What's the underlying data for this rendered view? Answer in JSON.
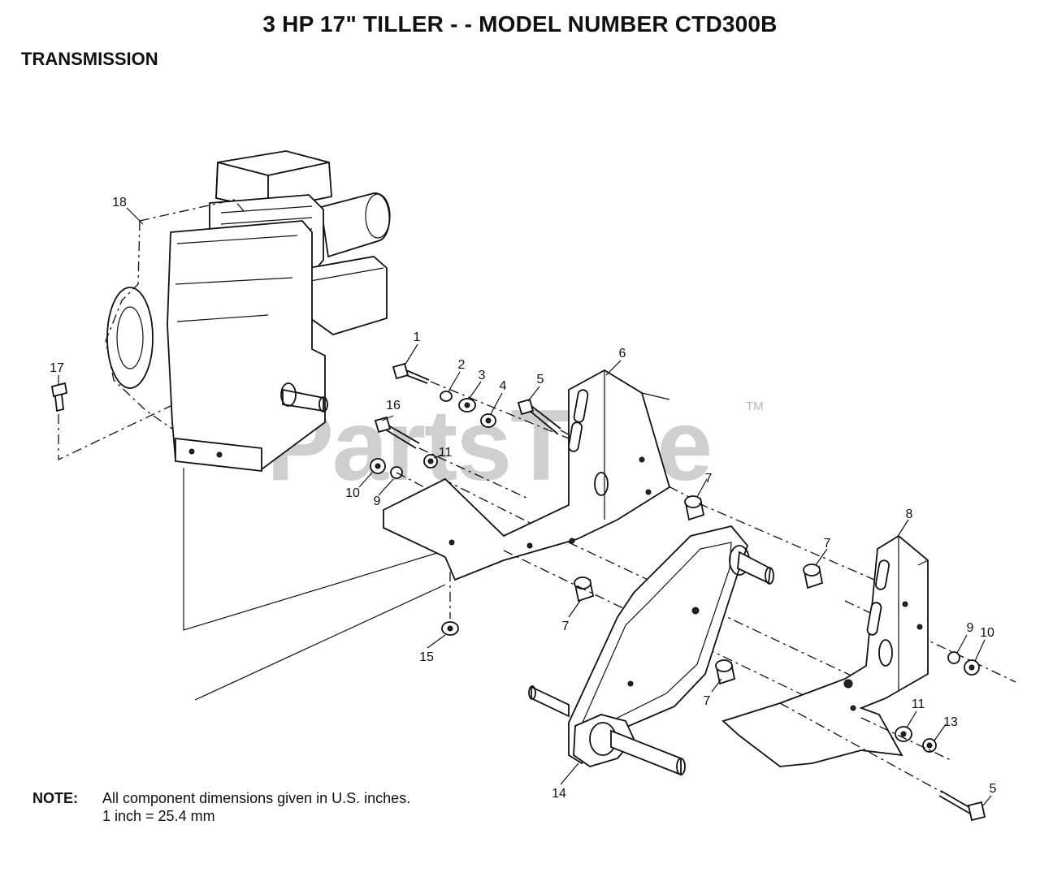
{
  "header": {
    "title": "3 HP 17\" TILLER - - MODEL NUMBER CTD300B",
    "section": "TRANSMISSION"
  },
  "watermark": {
    "text": "PartsTree",
    "tm": "TM"
  },
  "note": {
    "label": "NOTE:",
    "line1": "All component dimensions given in U.S. inches.",
    "line2": "1 inch = 25.4 mm"
  },
  "callouts": {
    "c1": "1",
    "c2": "2",
    "c3": "3",
    "c4": "4",
    "c5a": "5",
    "c5b": "5",
    "c6": "6",
    "c7a": "7",
    "c7b": "7",
    "c7c": "7",
    "c7d": "7",
    "c8": "8",
    "c9a": "9",
    "c9b": "9",
    "c10a": "10",
    "c10b": "10",
    "c11a": "11",
    "c11b": "11",
    "c13": "13",
    "c14": "14",
    "c15": "15",
    "c16": "16",
    "c17": "17",
    "c18": "18"
  }
}
